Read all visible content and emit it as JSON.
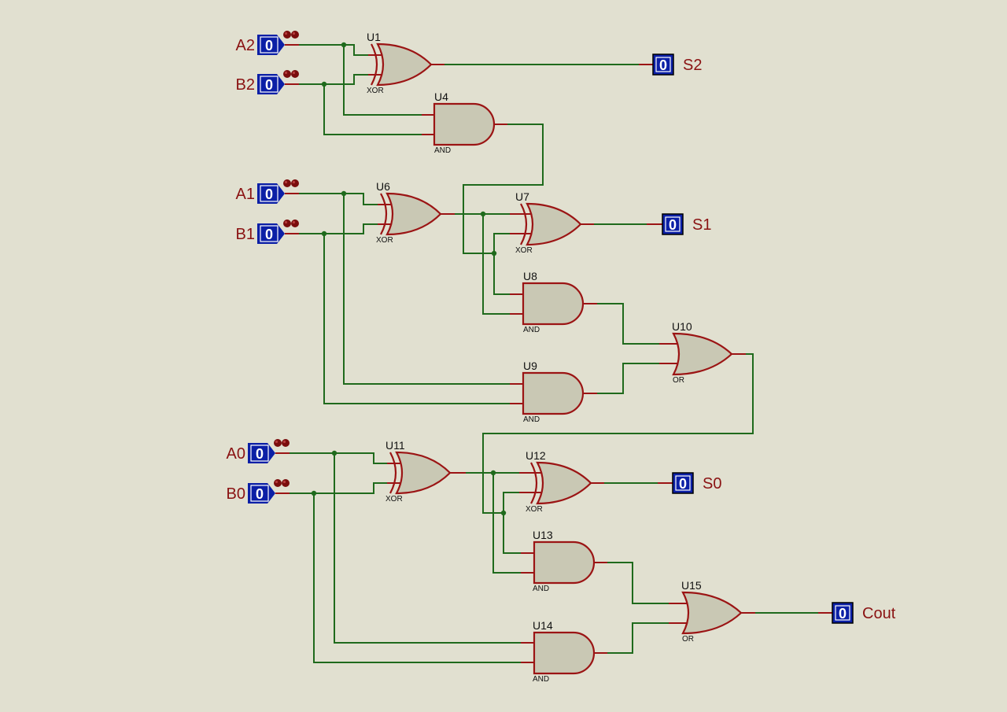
{
  "inputs": [
    {
      "name": "A2",
      "state": "0"
    },
    {
      "name": "B2",
      "state": "0"
    },
    {
      "name": "A1",
      "state": "0"
    },
    {
      "name": "B1",
      "state": "0"
    },
    {
      "name": "A0",
      "state": "0"
    },
    {
      "name": "B0",
      "state": "0"
    }
  ],
  "outputs": [
    {
      "name": "S2",
      "state": "0"
    },
    {
      "name": "S1",
      "state": "0"
    },
    {
      "name": "S0",
      "state": "0"
    },
    {
      "name": "Cout",
      "state": "0"
    }
  ],
  "gates": [
    {
      "ref": "U1",
      "type": "XOR"
    },
    {
      "ref": "U4",
      "type": "AND"
    },
    {
      "ref": "U6",
      "type": "XOR"
    },
    {
      "ref": "U7",
      "type": "XOR"
    },
    {
      "ref": "U8",
      "type": "AND"
    },
    {
      "ref": "U9",
      "type": "AND"
    },
    {
      "ref": "U10",
      "type": "OR"
    },
    {
      "ref": "U11",
      "type": "XOR"
    },
    {
      "ref": "U12",
      "type": "XOR"
    },
    {
      "ref": "U13",
      "type": "AND"
    },
    {
      "ref": "U14",
      "type": "AND"
    },
    {
      "ref": "U15",
      "type": "OR"
    }
  ],
  "colors": {
    "background": "#e1e0d0",
    "wire": "#1f6a1c",
    "gate_outline": "#9b1414",
    "gate_fill": "#c9c8b4",
    "probe": "#0b1fa6",
    "label": "#8a1212"
  }
}
